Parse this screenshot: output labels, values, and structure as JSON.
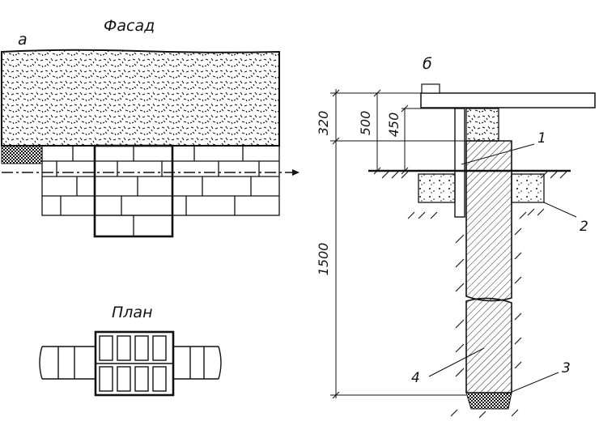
{
  "left": {
    "marker": "а",
    "facade_title": "Фасад",
    "plan_title": "План"
  },
  "right": {
    "marker": "б",
    "dims": {
      "d320": "320",
      "d500": "500",
      "d450": "450",
      "d1500": "1500"
    },
    "callouts": {
      "c1": "1",
      "c2": "2",
      "c3": "3",
      "c4": "4"
    }
  }
}
